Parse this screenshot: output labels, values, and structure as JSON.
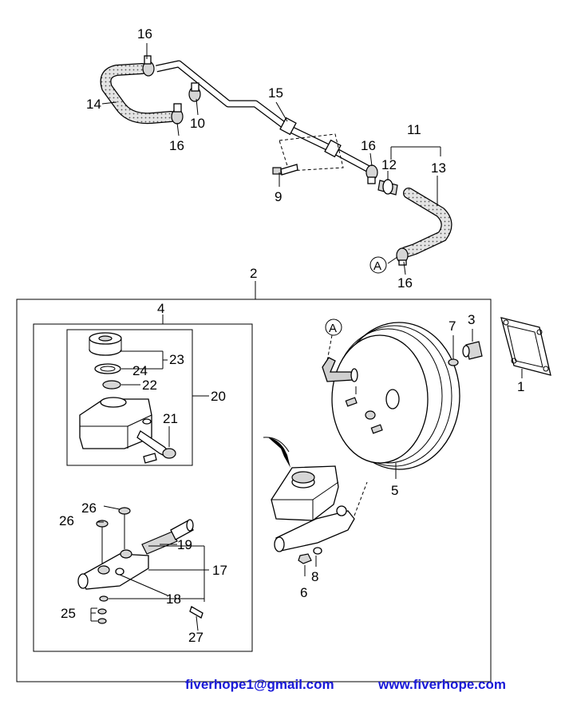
{
  "callouts": [
    {
      "id": "c16a",
      "text": "16"
    },
    {
      "id": "c14",
      "text": "14"
    },
    {
      "id": "c15",
      "text": "15"
    },
    {
      "id": "c10",
      "text": "10"
    },
    {
      "id": "c16b",
      "text": "16"
    },
    {
      "id": "c11",
      "text": "11"
    },
    {
      "id": "c16c",
      "text": "16"
    },
    {
      "id": "c12",
      "text": "12"
    },
    {
      "id": "c13",
      "text": "13"
    },
    {
      "id": "c9",
      "text": "9"
    },
    {
      "id": "cA1",
      "text": "A"
    },
    {
      "id": "c16d",
      "text": "16"
    },
    {
      "id": "c2",
      "text": "2"
    },
    {
      "id": "c4",
      "text": "4"
    },
    {
      "id": "cA2",
      "text": "A"
    },
    {
      "id": "c7",
      "text": "7"
    },
    {
      "id": "c3",
      "text": "3"
    },
    {
      "id": "c1",
      "text": "1"
    },
    {
      "id": "c23",
      "text": "23"
    },
    {
      "id": "c24",
      "text": "24"
    },
    {
      "id": "c22",
      "text": "22"
    },
    {
      "id": "c20",
      "text": "20"
    },
    {
      "id": "c21",
      "text": "21"
    },
    {
      "id": "c5",
      "text": "5"
    },
    {
      "id": "c26a",
      "text": "26"
    },
    {
      "id": "c26b",
      "text": "26"
    },
    {
      "id": "c19",
      "text": "19"
    },
    {
      "id": "c17",
      "text": "17"
    },
    {
      "id": "c18",
      "text": "18"
    },
    {
      "id": "c25",
      "text": "25"
    },
    {
      "id": "c27",
      "text": "27"
    },
    {
      "id": "c8",
      "text": "8"
    },
    {
      "id": "c6",
      "text": "6"
    }
  ],
  "footer": {
    "email": "fiverhope1@gmail.com",
    "url": "www.fiverhope.com"
  },
  "colors": {
    "footer_text": "#1a1ad8",
    "line": "#000000",
    "part_fill": "#d6d6d6"
  }
}
